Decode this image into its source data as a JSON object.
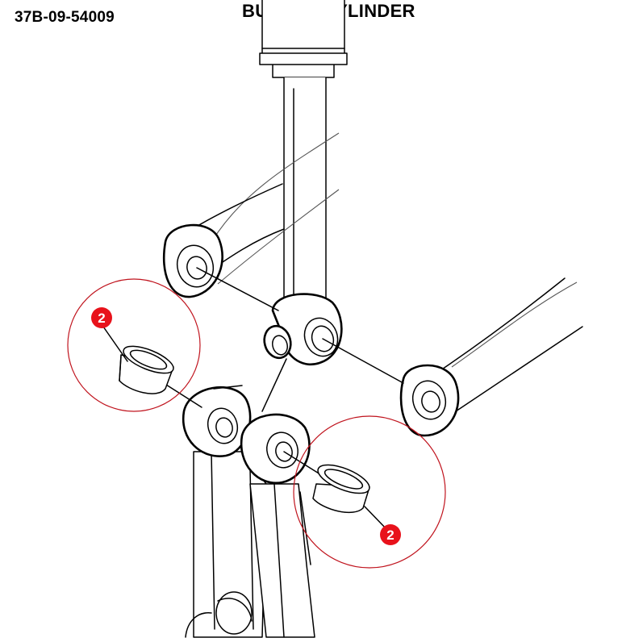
{
  "header": {
    "part_number": "37B-09-54009",
    "title": "BUCKET CYLINDER"
  },
  "callouts": [
    {
      "label": "2"
    },
    {
      "label": "2"
    }
  ],
  "colors": {
    "callout_fill": "#e8121b",
    "circle_stroke": "#c0141e",
    "line": "#000000"
  }
}
